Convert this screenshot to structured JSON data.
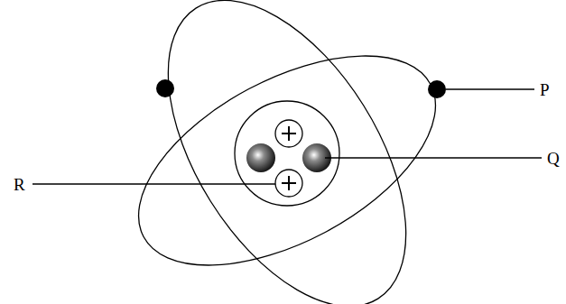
{
  "diagram": {
    "labels": [
      "P",
      "Q",
      "R"
    ]
  }
}
